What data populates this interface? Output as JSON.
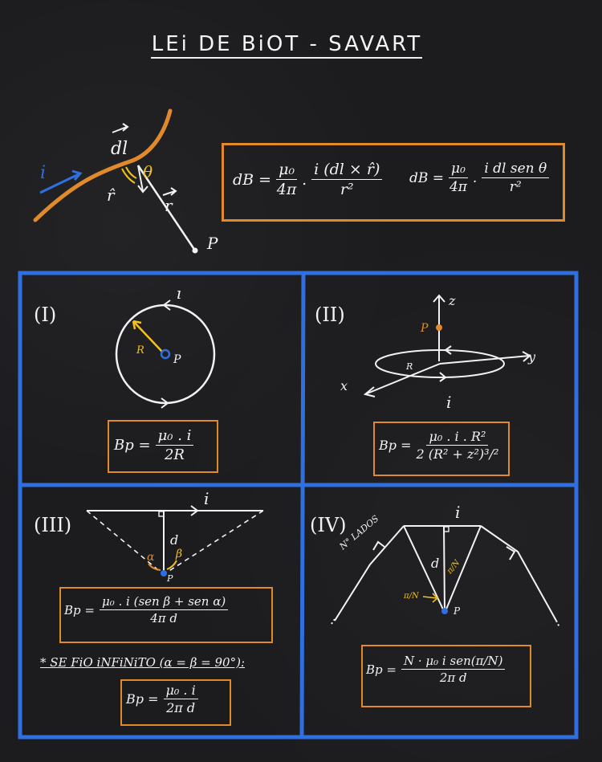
{
  "title": "LEi DE BiOT - SAVART",
  "top": {
    "labels": {
      "current": "i",
      "dl": "dl",
      "theta": "θ",
      "r_hat": "r̂",
      "r_vec": "r",
      "point": "P"
    },
    "eq1": {
      "lhs": "dB =",
      "c_num": "μ₀",
      "c_den": "4π",
      "t_num": "i (dl × r̂)",
      "t_den": "r²"
    },
    "eq2": {
      "lhs": "dB =",
      "c_num": "μ₀",
      "c_den": "4π",
      "t_num": "i dl sen θ",
      "t_den": "r²"
    }
  },
  "cases": {
    "I": {
      "label": "(I)",
      "current": "i",
      "radius": "R",
      "point": "P",
      "f_lhs": "Bp =",
      "f_num": "μ₀ . i",
      "f_den": "2R"
    },
    "II": {
      "label": "(II)",
      "z": "z",
      "y": "y",
      "x": "x",
      "point": "P",
      "radius": "R",
      "current": "i",
      "f_lhs": "Bp =",
      "f_num": "μ₀ . i . R²",
      "f_den": "2 (R² + z²)³/²"
    },
    "III": {
      "label": "(III)",
      "current": "i",
      "d": "d",
      "alpha": "α",
      "beta": "β",
      "point": "P",
      "f_lhs": "Bp =",
      "f_num": "μ₀ . i (sen β + sen α)",
      "f_den": "4π d",
      "note": "* SE FiO iNFiNiTO (α = β = 90°):",
      "g_lhs": "Bp =",
      "g_num": "μ₀ . i",
      "g_den": "2π d"
    },
    "IV": {
      "label": "(IV)",
      "sides": "N° LADOS",
      "current": "i",
      "d": "d",
      "angle1": "π/N",
      "angle2": "π/N",
      "point": "P",
      "f_lhs": "Bp =",
      "f_num": "N · μ₀ i sen(π/N)",
      "f_den": "2π d"
    }
  },
  "colors": {
    "background": "#1c1c1e",
    "orange": "#e08a2c",
    "blue": "#2f6fe0",
    "yellow": "#f2c21b",
    "white": "#f2f2f2"
  }
}
